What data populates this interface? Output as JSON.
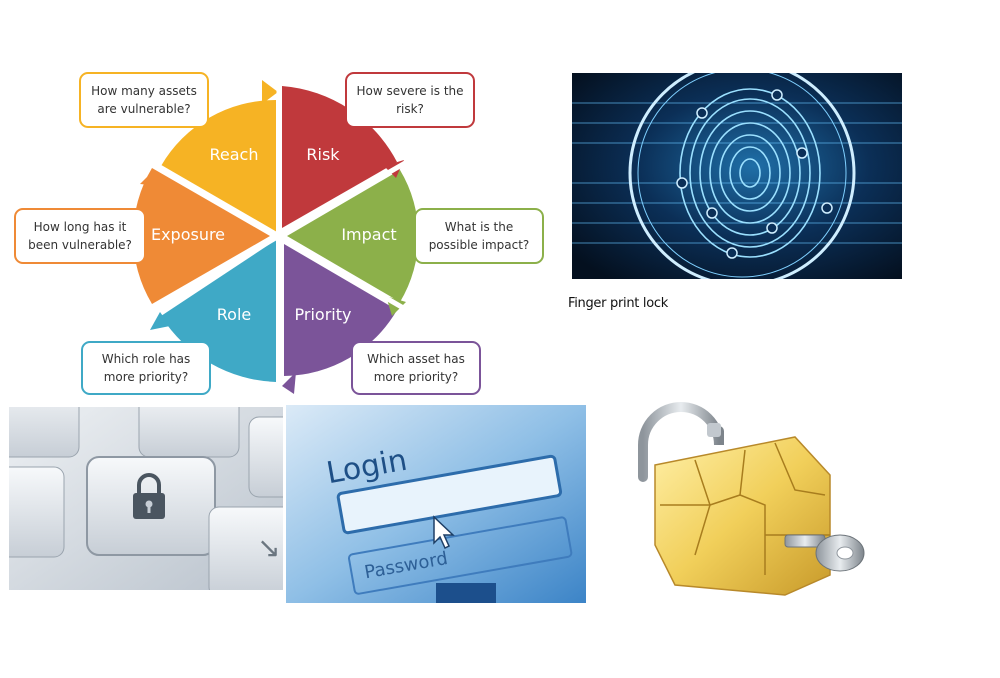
{
  "wheel": {
    "segments": [
      {
        "label": "Reach",
        "color": "#f6b324"
      },
      {
        "label": "Risk",
        "color": "#c0393c"
      },
      {
        "label": "Impact",
        "color": "#8cb04a"
      },
      {
        "label": "Priority",
        "color": "#7b5499"
      },
      {
        "label": "Role",
        "color": "#3fa9c6"
      },
      {
        "label": "Exposure",
        "color": "#ef8a36"
      }
    ],
    "questions": [
      {
        "line1": "How many assets",
        "line2": "are vulnerable?",
        "color": "#f6b324"
      },
      {
        "line1": "How severe is the",
        "line2": "risk?",
        "color": "#c0393c"
      },
      {
        "line1": "What is the",
        "line2": "possible impact?",
        "color": "#8cb04a"
      },
      {
        "line1": "Which asset has",
        "line2": "more priority?",
        "color": "#7b5499"
      },
      {
        "line1": "Which role has",
        "line2": "more priority?",
        "color": "#3fa9c6"
      },
      {
        "line1": "How long has it",
        "line2": "been vulnerable?",
        "color": "#ef8a36"
      }
    ]
  },
  "fingerprint": {
    "caption": "Finger print lock"
  },
  "login": {
    "title": "Login",
    "password_label": "Password"
  }
}
